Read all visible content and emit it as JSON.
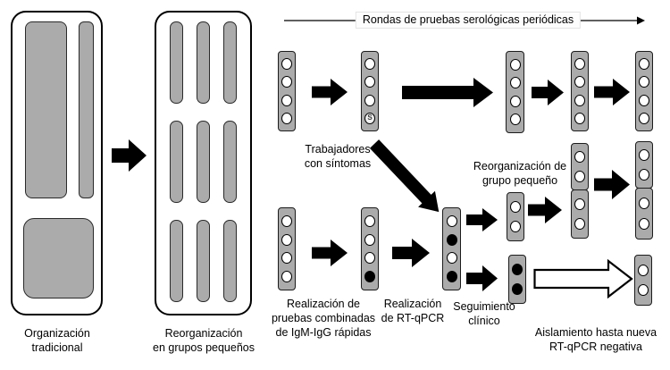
{
  "colors": {
    "background": "#ffffff",
    "pod_fill": "#ababab",
    "pod_border": "#1c1c1c",
    "healthy_circle": "#ffffff",
    "infected_circle": "#000000",
    "arrow": "#000000"
  },
  "left_panel": {
    "traditional_label": [
      "Organización",
      "tradicional"
    ],
    "small_groups_label": [
      "Reorganización",
      "en grupos pequeños"
    ]
  },
  "testing_flow": {
    "timeline_title": "Rondas de pruebas serológicas periódicas",
    "symptom_marker": "S",
    "labels": {
      "symptomatic_workers": [
        "Trabajadores",
        "con síntomas"
      ],
      "small_group_reorg": [
        "Reorganización de",
        "grupo pequeño"
      ],
      "combined_rapid_tests": [
        "Realización de",
        "pruebas combinadas",
        "de IgM-IgG rápidas"
      ],
      "rt_qpcr": [
        "Realización",
        "de RT-qPCR"
      ],
      "clinical_followup": [
        "Seguimiento",
        "clínico"
      ],
      "isolation": [
        "Aislamiento hasta nueva",
        "RT-qPCR negativa"
      ]
    },
    "pods": {
      "t1": {
        "circles": [
          "healthy",
          "healthy",
          "healthy",
          "healthy"
        ]
      },
      "t2": {
        "circles": [
          "healthy",
          "healthy",
          "healthy",
          "symptomatic"
        ]
      },
      "t3": {
        "circles": [
          "healthy",
          "healthy",
          "healthy",
          "healthy"
        ]
      },
      "t4": {
        "circles": [
          "healthy",
          "healthy",
          "healthy",
          "healthy"
        ]
      },
      "t5": {
        "circles": [
          "healthy",
          "healthy",
          "healthy",
          "healthy"
        ]
      },
      "b1": {
        "circles": [
          "healthy",
          "healthy",
          "healthy",
          "healthy"
        ]
      },
      "b2": {
        "circles": [
          "healthy",
          "healthy",
          "healthy",
          "infected"
        ]
      },
      "b3": {
        "circles": [
          "healthy",
          "infected",
          "healthy",
          "infected"
        ]
      },
      "m1": {
        "circles": [
          "healthy",
          "healthy"
        ]
      },
      "s1_top": {
        "circles": [
          "healthy",
          "healthy"
        ]
      },
      "s1_bottom": {
        "circles": [
          "healthy",
          "healthy"
        ]
      },
      "s2_top": {
        "circles": [
          "healthy",
          "healthy"
        ]
      },
      "s2_bottom": {
        "circles": [
          "healthy",
          "healthy"
        ]
      },
      "q1": {
        "circles": [
          "infected",
          "infected"
        ]
      },
      "iso": {
        "circles": [
          "healthy",
          "healthy"
        ]
      }
    }
  }
}
